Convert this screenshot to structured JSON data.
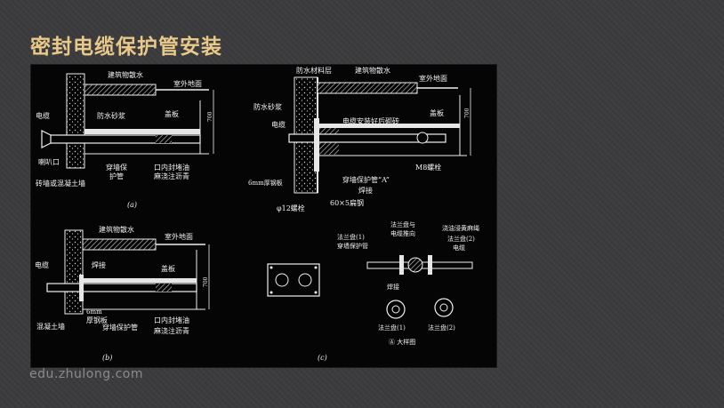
{
  "slide": {
    "title": "密封电缆保护管安装",
    "watermark": "edu.zhulong.com"
  },
  "diagram": {
    "a": {
      "caption": "(a)",
      "labels": {
        "scatter_water": "建筑物散水",
        "outdoor_ground": "室外地面",
        "cable": "电缆",
        "waterproof_mortar": "防水砂浆",
        "cover_plate": "盖板",
        "bell_mouth": "喇叭口",
        "wall_pipe_1": "穿墙保",
        "wall_pipe_2": "护管",
        "seal_1": "口内封堵油",
        "seal_2": "麻浇注沥青",
        "wall": "砖墙或混凝土墙",
        "dim": "700"
      }
    },
    "b": {
      "caption": "(b)",
      "labels": {
        "scatter_water": "建筑物散水",
        "outdoor_ground": "室外地面",
        "cable": "电缆",
        "welding": "焊接",
        "cover_plate": "盖板",
        "steel_plate_1": "6mm",
        "steel_plate_2": "厚钢板",
        "wall": "混凝土墙",
        "wall_pipe": "穿墙保护管",
        "seal_1": "口内封堵油",
        "seal_2": "麻浇注沥青",
        "dim": "700"
      }
    },
    "r": {
      "labels": {
        "waterproof_layer": "防水材料层",
        "scatter_water": "建筑物散水",
        "outdoor_ground": "室外地面",
        "waterproof_mortar": "防水砂浆",
        "cover_plate": "盖板",
        "cable": "电缆",
        "after_install": "电缆安装好后砌砖",
        "m8_bolt": "M8螺栓",
        "steel_plate": "6mm厚钢板",
        "wall_pipe_a": "穿墙保护管“A”",
        "welding": "焊接",
        "bolt12": "φ12螺栓",
        "flat_steel": "60×5扁钢",
        "dim": "700"
      }
    },
    "c": {
      "caption": "(c)",
      "labels": {
        "flange1": "法兰盘(1)",
        "wall_pipe": "穿墙保护管",
        "flange_push_1": "法兰盘与",
        "flange_push_2": "电缆推向",
        "oil_hemp": "浇油浸黄麻绳",
        "flange2": "法兰盘(2)",
        "cable": "电缆",
        "welding": "焊接",
        "flange1_b": "法兰盘(1)",
        "flange2_b": "法兰盘(2)",
        "detail": "Ⓐ 大样图"
      }
    }
  }
}
